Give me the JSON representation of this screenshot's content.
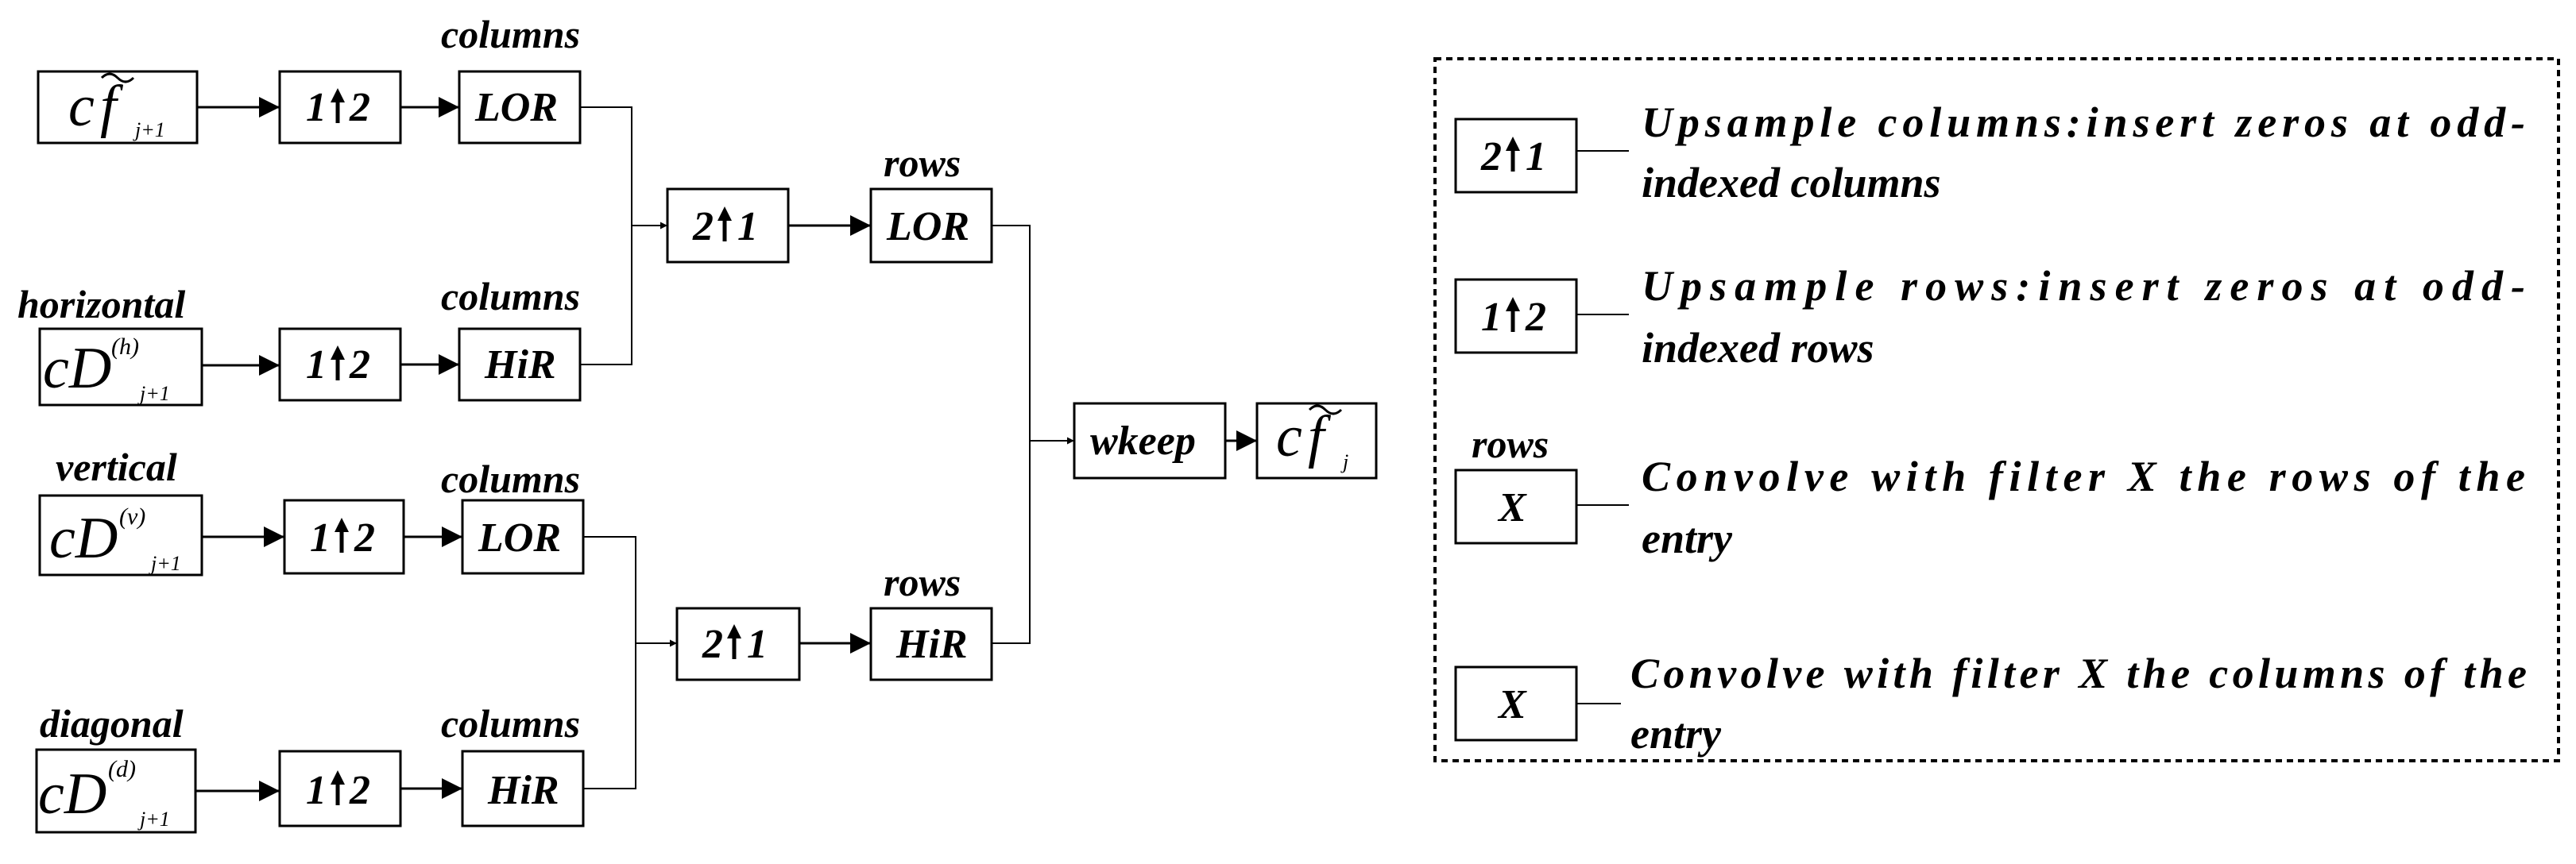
{
  "inputs": {
    "cf_j1": {
      "main": "c",
      "f": "f",
      "sub": "j+1"
    },
    "cd_h": {
      "label": "horizontal",
      "main": "cD",
      "sup": "(h)",
      "sub": "j+1"
    },
    "cd_v": {
      "label": "vertical",
      "main": "cD",
      "sup": "(v)",
      "sub": "j+1"
    },
    "cd_d": {
      "label": "diagonal",
      "main": "cD",
      "sup": "(d)",
      "sub": "j+1"
    }
  },
  "blocks": {
    "up_cols_label": "1",
    "up_cols_label2": "2",
    "up_rows_label": "2",
    "up_rows_label2": "1",
    "lor": "LOR",
    "hir": "HiR",
    "columns": "columns",
    "rows": "rows",
    "wkeep": "wkeep"
  },
  "output": {
    "main": "c",
    "f": "f",
    "sub": "j"
  },
  "legend": {
    "item1": {
      "box_a": "2",
      "box_b": "1",
      "line1": "Upsample columns:insert zeros at odd-",
      "line2": "indexed columns"
    },
    "item2": {
      "box_a": "1",
      "box_b": "2",
      "line1": "Upsample rows:insert zeros at odd-",
      "line2": "indexed rows"
    },
    "item3": {
      "top": "rows",
      "box": "X",
      "line1": "Convolve with filter X  the rows of the",
      "line2": "entry"
    },
    "item4": {
      "box": "X",
      "line1": "Convolve with filter X the columns of the",
      "line2": "entry"
    }
  }
}
